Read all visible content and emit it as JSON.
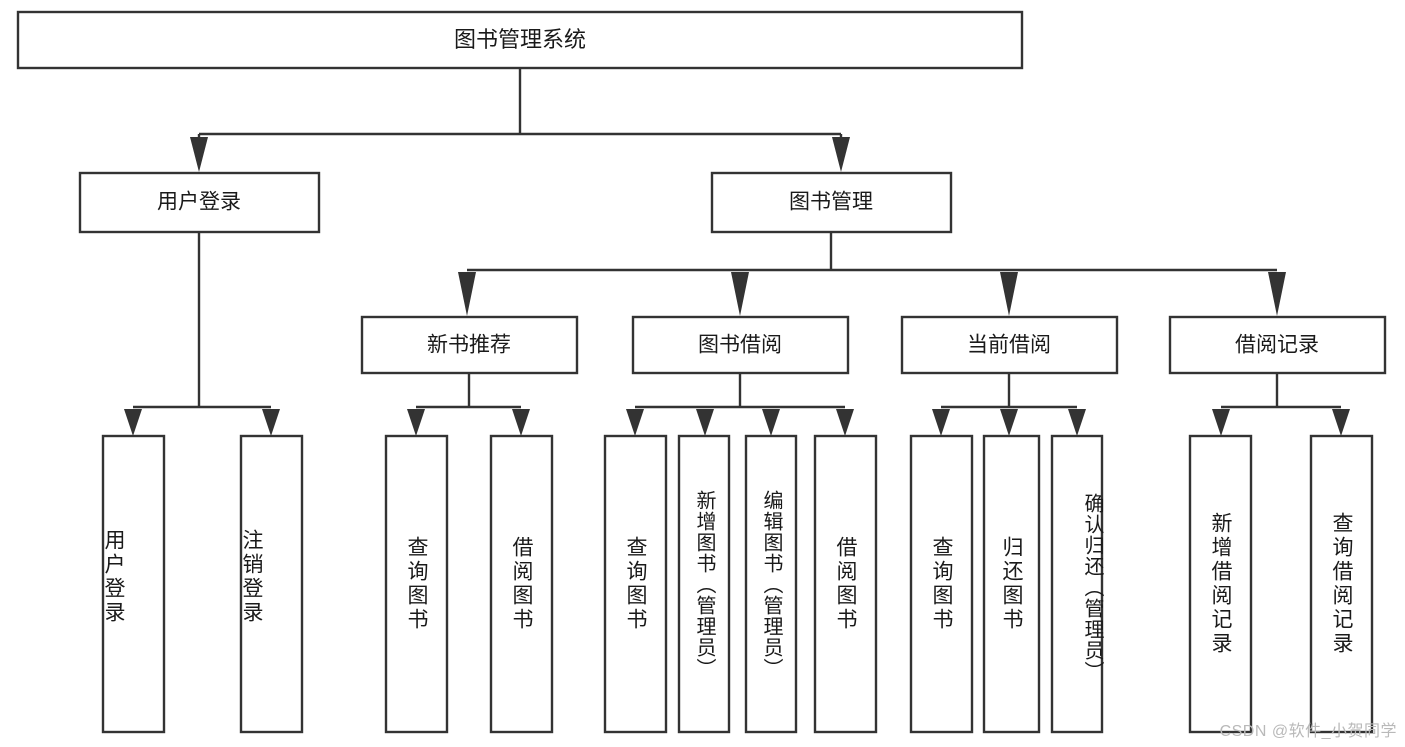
{
  "diagram": {
    "kind": "function-structure-tree",
    "root": {
      "label": "图书管理系统"
    },
    "level2": [
      {
        "label": "用户登录"
      },
      {
        "label": "图书管理"
      }
    ],
    "level3": [
      {
        "label": "新书推荐"
      },
      {
        "label": "图书借阅"
      },
      {
        "label": "当前借阅"
      },
      {
        "label": "借阅记录"
      }
    ],
    "leaves": {
      "user_login": [
        {
          "label": "用户登录"
        },
        {
          "label": "注销登录"
        }
      ],
      "new_book_recommend": [
        {
          "label": "查询图书"
        },
        {
          "label": "借阅图书"
        }
      ],
      "book_borrow": [
        {
          "label": "查询图书"
        },
        {
          "label": "新增图书（管理员）"
        },
        {
          "label": "编辑图书（管理员）"
        },
        {
          "label": "借阅图书"
        }
      ],
      "current_borrow": [
        {
          "label": "查询图书"
        },
        {
          "label": "归还图书"
        },
        {
          "label": "确认归还（管理员）"
        }
      ],
      "borrow_record": [
        {
          "label": "新增借阅记录"
        },
        {
          "label": "查询借阅记录"
        }
      ]
    }
  },
  "watermark": {
    "text": "CSDN @软件_小贺同学"
  },
  "colors": {
    "stroke": "#333333",
    "box_fill": "#ffffff",
    "text": "#1a1a1a",
    "watermark": "#b9b9b9",
    "background": "#ffffff"
  }
}
